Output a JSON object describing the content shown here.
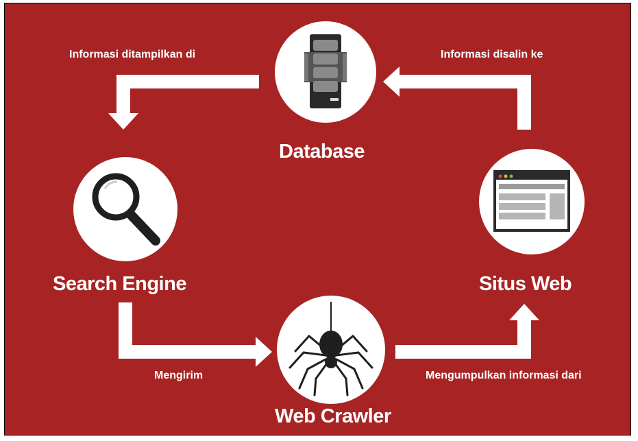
{
  "colors": {
    "background": "#a82424",
    "accent": "#ffffff",
    "icon_dark": "#2a2a2a"
  },
  "nodes": {
    "database": {
      "label": "Database",
      "icon": "server-icon"
    },
    "search_engine": {
      "label": "Search Engine",
      "icon": "magnifier-icon"
    },
    "web_crawler": {
      "label": "Web Crawler",
      "icon": "spider-icon"
    },
    "situs_web": {
      "label": "Situs Web",
      "icon": "browser-window-icon"
    }
  },
  "edges": {
    "database_to_search": "Informasi ditampilkan di",
    "situs_to_database": "Informasi disalin ke",
    "search_to_crawler": "Mengirim",
    "crawler_to_situs": "Mengumpulkan informasi dari"
  }
}
